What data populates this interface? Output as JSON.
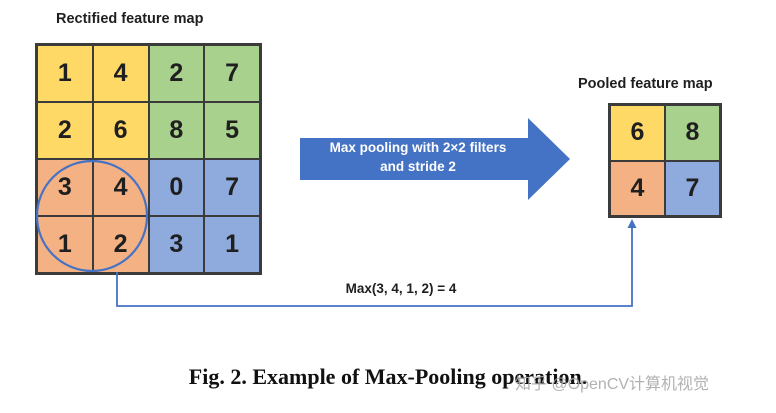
{
  "input_map": {
    "title": "Rectified feature map",
    "rows": [
      [
        1,
        4,
        2,
        7
      ],
      [
        2,
        6,
        8,
        5
      ],
      [
        3,
        4,
        0,
        7
      ],
      [
        1,
        2,
        3,
        1
      ]
    ]
  },
  "pooled_map": {
    "title": "Pooled feature map",
    "rows": [
      [
        6,
        8
      ],
      [
        4,
        7
      ]
    ]
  },
  "quadrant_colors": {
    "top_left": "#ffd966",
    "top_right": "#a9d18e",
    "bottom_left": "#f4b183",
    "bottom_right": "#8faadc"
  },
  "arrow": {
    "label_line1": "Max pooling with 2×2 filters",
    "label_line2": "and stride 2",
    "color": "#4472c4"
  },
  "connector": {
    "label": "Max(3, 4, 1, 2) = 4",
    "color": "#4472c4"
  },
  "caption": "Fig. 2. Example of Max-Pooling operation.",
  "watermark": "知乎 @OpenCV计算机视觉"
}
